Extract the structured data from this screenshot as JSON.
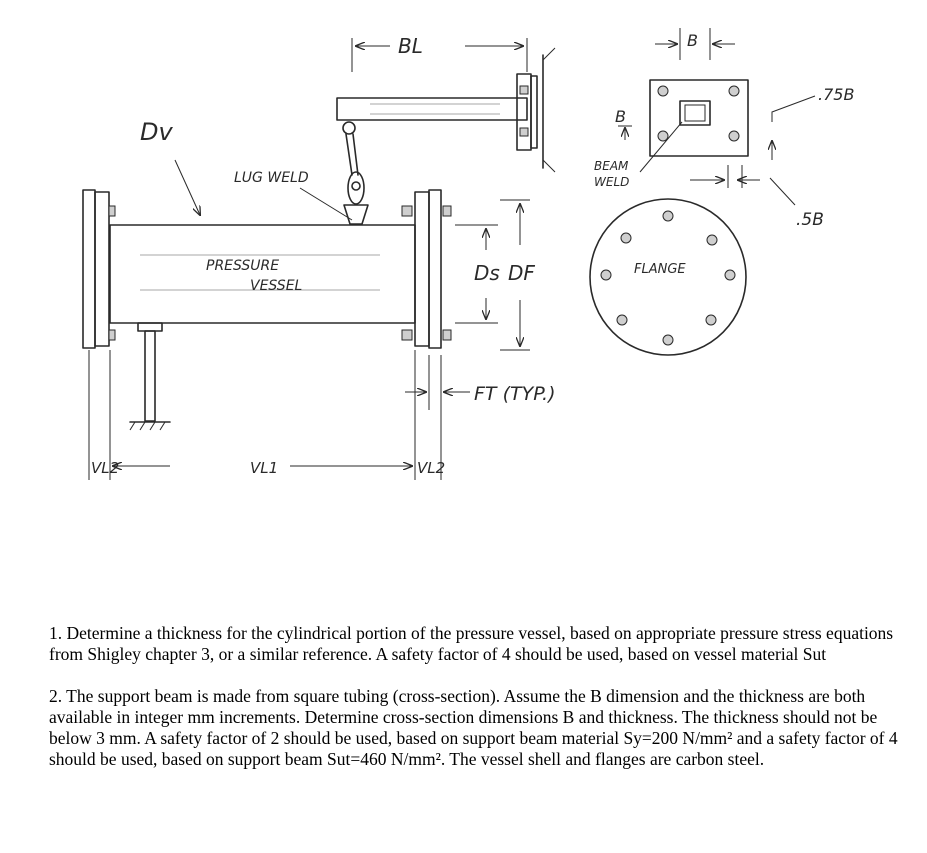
{
  "diagram": {
    "labels": {
      "dv": "Dv",
      "bl": "BL",
      "lug_weld": "LUG WELD",
      "pressure_vessel_line1": "PRESSURE",
      "pressure_vessel_line2": "VESSEL",
      "ds": "Ds",
      "df": "DF",
      "ft": "FT (TYP.)",
      "b_top": "B",
      "b_side": "B",
      "beam_weld_line1": "BEAM",
      "beam_weld_line2": "WELD",
      "p75b": ".75B",
      "p5b": ".5B",
      "flange": "FLANGE",
      "vl2_left": "VL2",
      "vl1": "VL1",
      "vl2_right": "VL2"
    }
  },
  "questions": [
    {
      "text": "1. Determine a thickness for the cylindrical portion of the pressure vessel, based on appropriate pressure stress equations from Shigley chapter 3, or a similar reference. A safety factor of 4 should be used, based on vessel material Sut"
    },
    {
      "text": "2. The support beam is made from square tubing (cross-section). Assume the B dimension and the thickness are both available in integer mm increments. Determine cross-section dimensions B and thickness. The thickness should not be below 3 mm. A safety factor of 2 should be used, based on support beam material Sy=200 N/mm² and a safety factor of 4 should be used, based on support beam Sut=460 N/mm². The vessel shell and flanges are carbon steel."
    }
  ]
}
